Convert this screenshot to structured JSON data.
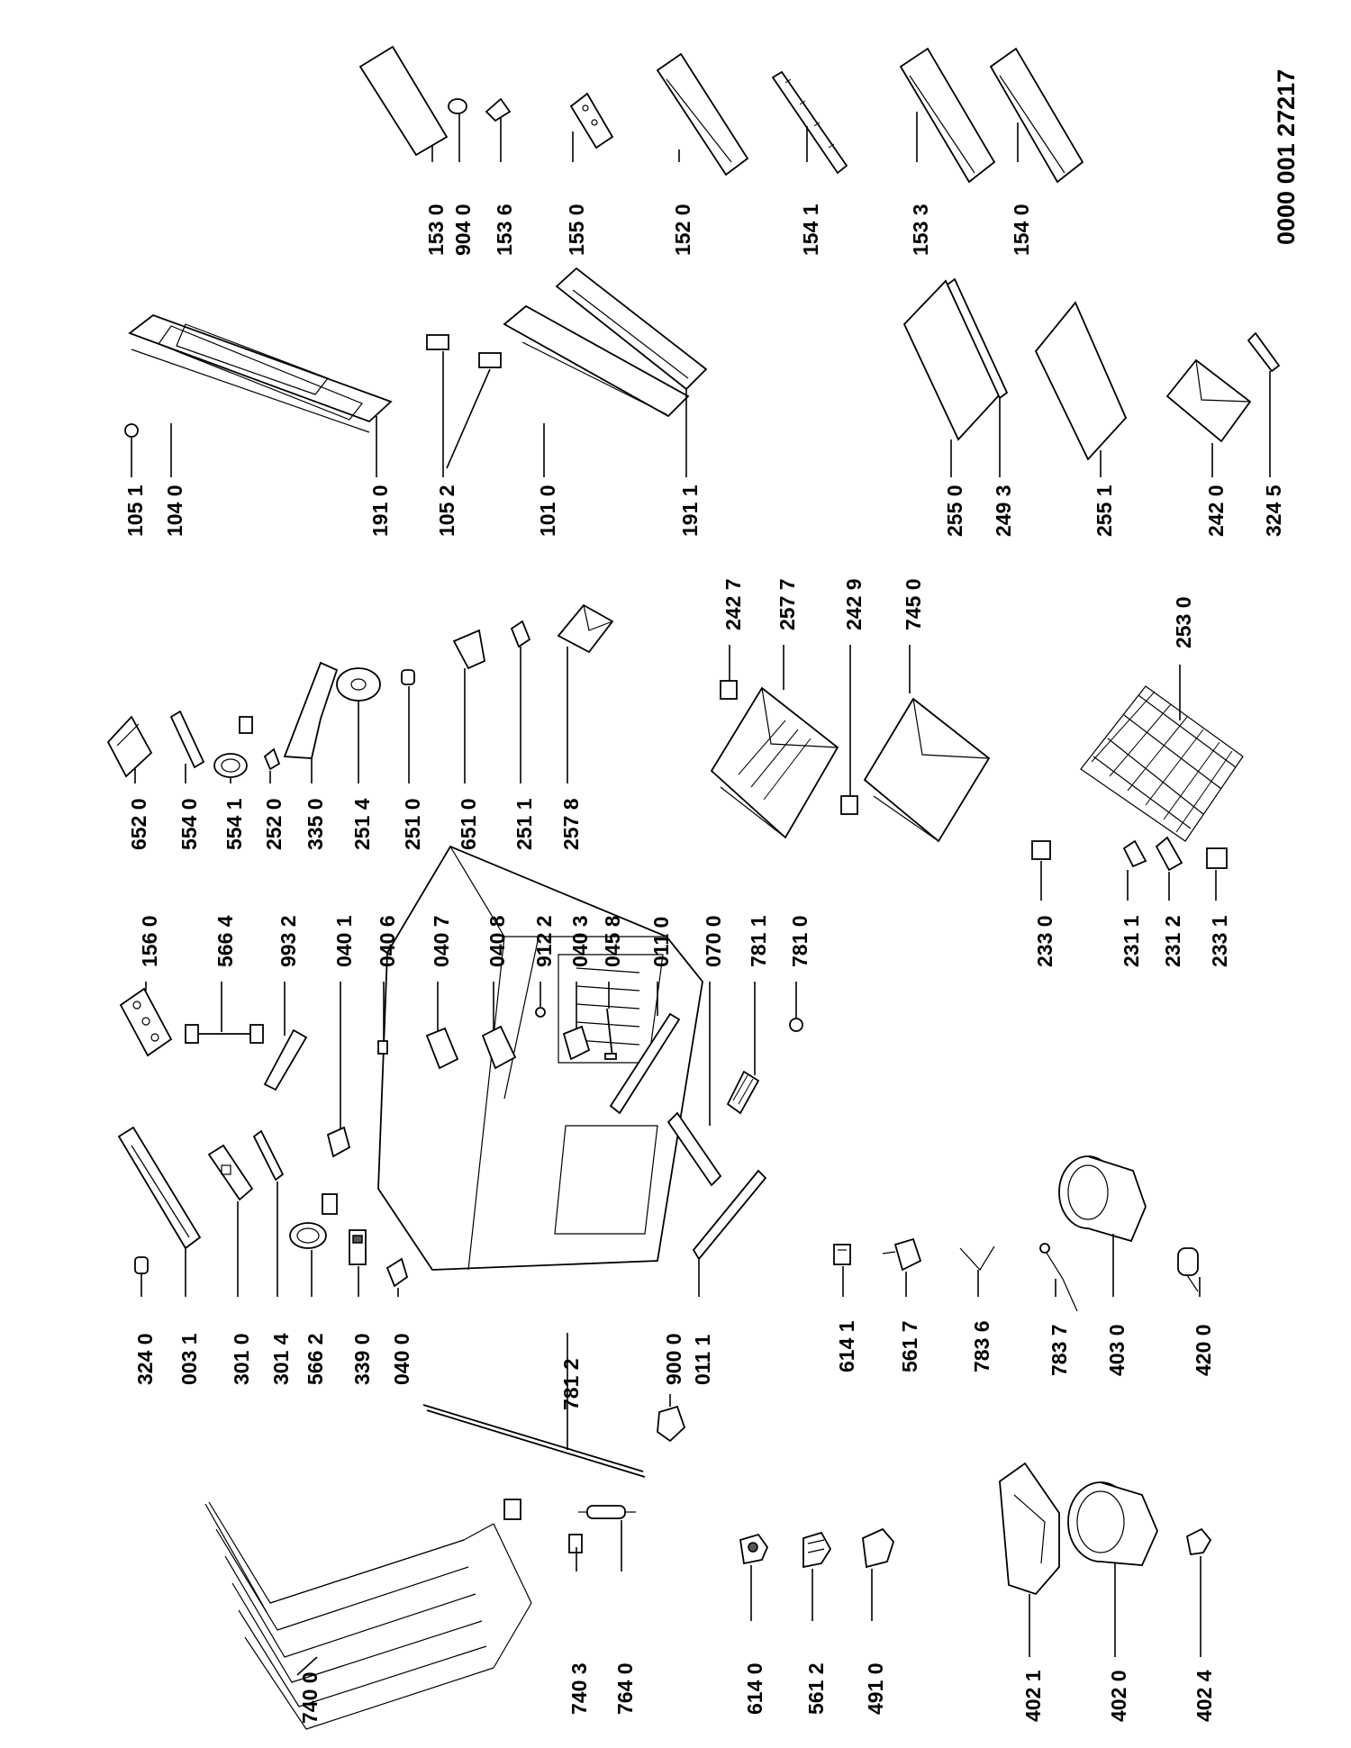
{
  "drawing_code": "0000 001 27217",
  "callouts": [
    {
      "id": "c7400",
      "text": "740 0"
    },
    {
      "id": "c7403",
      "text": "740 3"
    },
    {
      "id": "c7640",
      "text": "764 0"
    },
    {
      "id": "c6140",
      "text": "614 0"
    },
    {
      "id": "c5612",
      "text": "561 2"
    },
    {
      "id": "c4910",
      "text": "491 0"
    },
    {
      "id": "c4021",
      "text": "402 1"
    },
    {
      "id": "c4020",
      "text": "402 0"
    },
    {
      "id": "c4024",
      "text": "402 4"
    },
    {
      "id": "c7812",
      "text": "781 2"
    },
    {
      "id": "c9000",
      "text": "900 0"
    },
    {
      "id": "c0111",
      "text": "011 1"
    },
    {
      "id": "c3240",
      "text": "324 0"
    },
    {
      "id": "c0031",
      "text": "003 1"
    },
    {
      "id": "c3010",
      "text": "301 0"
    },
    {
      "id": "c3014",
      "text": "301 4"
    },
    {
      "id": "c5662",
      "text": "566 2"
    },
    {
      "id": "c3390",
      "text": "339 0"
    },
    {
      "id": "c0400",
      "text": "040 0"
    },
    {
      "id": "c6141",
      "text": "614 1"
    },
    {
      "id": "c5617",
      "text": "561 7"
    },
    {
      "id": "c7836",
      "text": "783 6"
    },
    {
      "id": "c7837",
      "text": "783 7"
    },
    {
      "id": "c4030",
      "text": "403 0"
    },
    {
      "id": "c4200",
      "text": "420 0"
    },
    {
      "id": "c1560",
      "text": "156 0"
    },
    {
      "id": "c5664",
      "text": "566 4"
    },
    {
      "id": "c9932",
      "text": "993 2"
    },
    {
      "id": "c0401",
      "text": "040 1"
    },
    {
      "id": "c0406",
      "text": "040 6"
    },
    {
      "id": "c0407",
      "text": "040 7"
    },
    {
      "id": "c0408",
      "text": "040 8"
    },
    {
      "id": "c9122",
      "text": "912 2"
    },
    {
      "id": "c0403",
      "text": "040 3"
    },
    {
      "id": "c0458",
      "text": "045 8"
    },
    {
      "id": "c0110",
      "text": "011 0"
    },
    {
      "id": "c0700",
      "text": "070 0"
    },
    {
      "id": "c7811",
      "text": "781 1"
    },
    {
      "id": "c7810",
      "text": "781 0"
    },
    {
      "id": "c2330",
      "text": "233 0"
    },
    {
      "id": "c2311",
      "text": "231 1"
    },
    {
      "id": "c2312",
      "text": "231 2"
    },
    {
      "id": "c2331",
      "text": "233 1"
    },
    {
      "id": "c6520",
      "text": "652 0"
    },
    {
      "id": "c2530",
      "text": "253 0"
    },
    {
      "id": "c5540",
      "text": "554 0"
    },
    {
      "id": "c5541",
      "text": "554 1"
    },
    {
      "id": "c2520",
      "text": "252 0"
    },
    {
      "id": "c3350",
      "text": "335 0"
    },
    {
      "id": "c2514",
      "text": "251 4"
    },
    {
      "id": "c2510",
      "text": "251 0"
    },
    {
      "id": "c6510",
      "text": "651 0"
    },
    {
      "id": "c2511",
      "text": "251 1"
    },
    {
      "id": "c2578",
      "text": "257 8"
    },
    {
      "id": "c2427",
      "text": "242 7"
    },
    {
      "id": "c2577",
      "text": "257 7"
    },
    {
      "id": "c2429",
      "text": "242 9"
    },
    {
      "id": "c7450",
      "text": "745 0"
    },
    {
      "id": "c1051",
      "text": "105 1"
    },
    {
      "id": "c1040",
      "text": "104 0"
    },
    {
      "id": "c1910",
      "text": "191 0"
    },
    {
      "id": "c1052",
      "text": "105 2"
    },
    {
      "id": "c1010",
      "text": "101 0"
    },
    {
      "id": "c1911",
      "text": "191 1"
    },
    {
      "id": "c2550",
      "text": "255 0"
    },
    {
      "id": "c2493",
      "text": "249 3"
    },
    {
      "id": "c2551",
      "text": "255 1"
    },
    {
      "id": "c2420",
      "text": "242 0"
    },
    {
      "id": "c3245",
      "text": "324 5"
    },
    {
      "id": "c1530",
      "text": "153 0"
    },
    {
      "id": "c9040",
      "text": "904 0"
    },
    {
      "id": "c1536",
      "text": "153 6"
    },
    {
      "id": "c1550",
      "text": "155 0"
    },
    {
      "id": "c1520",
      "text": "152 0"
    },
    {
      "id": "c1541",
      "text": "154 1"
    },
    {
      "id": "c1533",
      "text": "153 3"
    },
    {
      "id": "c1540",
      "text": "154 0"
    }
  ]
}
